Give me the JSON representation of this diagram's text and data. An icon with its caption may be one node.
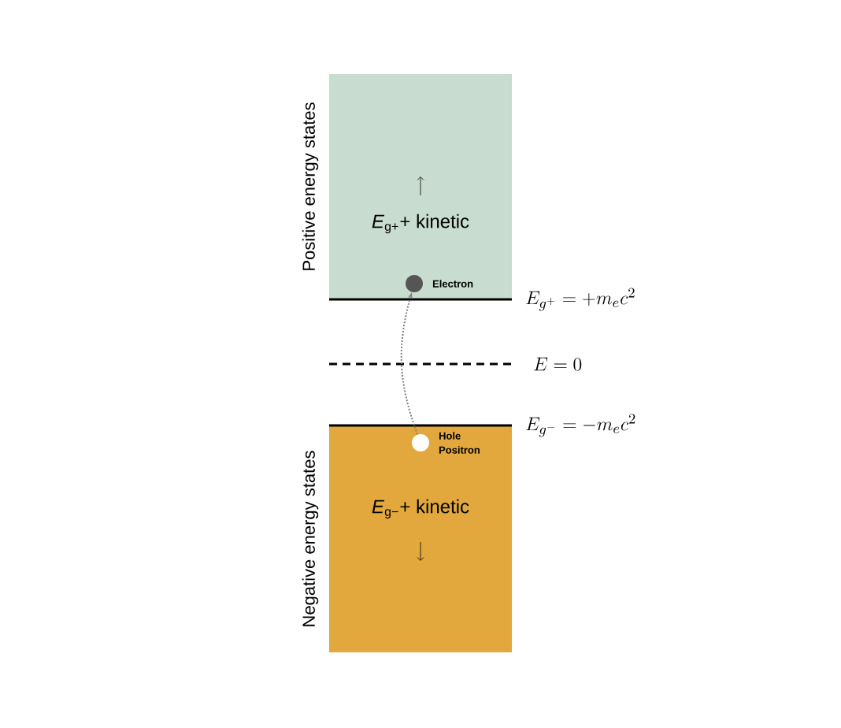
{
  "diagram": {
    "nodes": [
      {
        "text": [
          "Positive energy states",
          "*E*$_{g+}$+ kinetic"
        ]
      },
      {
        "text": [],
        "shape": "circle",
        "in": 0,
        "beside": [
          "Electron"
        ]
      },
      {
        "text": [
          "Negative energy states",
          "*E*$_{g−}$+ kinetic"
        ]
      },
      {
        "text": [],
        "shape": "circle",
        "in": 2,
        "beside": [
          "Hole Positron"
        ]
      }
    ],
    "edges": [
      {
        "from": 3,
        "to": 1,
        "arrow": "to",
        "style": "dashed"
      }
    ],
    "labels": [
      "E_{g^+} = + m_e c^2",
      "E = 0",
      "E_{g^-} = - m_e c^2"
    ]
  }
}
